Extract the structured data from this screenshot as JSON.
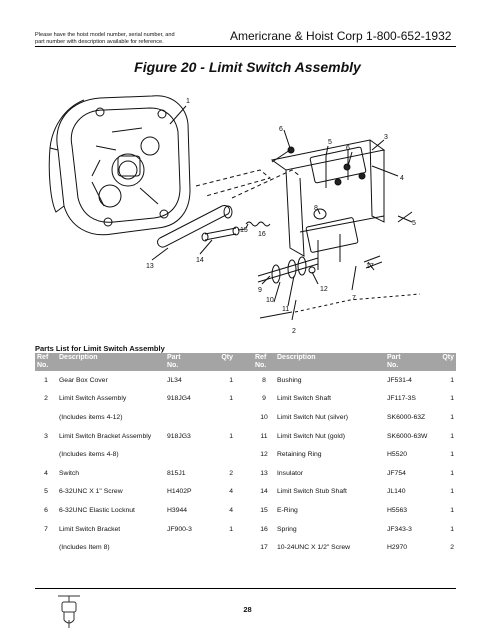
{
  "header": {
    "note_line1": "Please have the hoist model number, serial number, and",
    "note_line2": "part number with description available for reference.",
    "company": "Americrane & Hoist Corp 1-800-652-1932"
  },
  "figure": {
    "title": "Figure 20 - Limit Switch Assembly",
    "callouts": [
      "1",
      "2",
      "3",
      "4",
      "5",
      "5",
      "6",
      "6",
      "7",
      "8",
      "9",
      "10",
      "11",
      "12",
      "13",
      "14",
      "15",
      "16",
      "17"
    ]
  },
  "parts_list": {
    "title": "Parts List for Limit Switch Assembly",
    "headers": {
      "ref_line1": "Ref",
      "ref_line2": "No.",
      "description": "Description",
      "part_line1": "Part",
      "part_line2": "No.",
      "qty": "Qty"
    },
    "rows": [
      {
        "left": {
          "ref": "1",
          "desc": "Gear Box Cover",
          "part": "JL34",
          "qty": "1"
        },
        "right": {
          "ref": "8",
          "desc": "Bushing",
          "part": "JF531-4",
          "qty": "1"
        }
      },
      {
        "left": {
          "ref": "2",
          "desc": "Limit Switch Assembly",
          "part": "918JG4",
          "qty": "1"
        },
        "right": {
          "ref": "9",
          "desc": "Limit Switch Shaft",
          "part": "JF117-3S",
          "qty": "1"
        }
      },
      {
        "left": {
          "ref": "",
          "desc": "(Includes items 4-12)",
          "part": "",
          "qty": ""
        },
        "right": {
          "ref": "10",
          "desc": "Limit Switch Nut (silver)",
          "part": "SK6000-63Z",
          "qty": "1"
        }
      },
      {
        "left": {
          "ref": "3",
          "desc": "Limit Switch Bracket Assembly",
          "part": "918JG3",
          "qty": "1"
        },
        "right": {
          "ref": "11",
          "desc": "Limit Switch Nut (gold)",
          "part": "SK6000-63W",
          "qty": "1"
        }
      },
      {
        "left": {
          "ref": "",
          "desc": "(Includes items 4-8)",
          "part": "",
          "qty": ""
        },
        "right": {
          "ref": "12",
          "desc": "Retaining Ring",
          "part": "H5520",
          "qty": "1"
        }
      },
      {
        "left": {
          "ref": "4",
          "desc": "Switch",
          "part": "815J1",
          "qty": "2"
        },
        "right": {
          "ref": "13",
          "desc": "Insulator",
          "part": "JF754",
          "qty": "1"
        }
      },
      {
        "left": {
          "ref": "5",
          "desc": "6-32UNC X 1\" Screw",
          "part": "H1402P",
          "qty": "4"
        },
        "right": {
          "ref": "14",
          "desc": "Limit Switch Stub Shaft",
          "part": "JL140",
          "qty": "1"
        }
      },
      {
        "left": {
          "ref": "6",
          "desc": "6-32UNC Elastic Locknut",
          "part": "H3944",
          "qty": "4"
        },
        "right": {
          "ref": "15",
          "desc": "E-Ring",
          "part": "H5563",
          "qty": "1"
        }
      },
      {
        "left": {
          "ref": "7",
          "desc": "Limit Switch Bracket",
          "part": "JF900-3",
          "qty": "1"
        },
        "right": {
          "ref": "16",
          "desc": "Spring",
          "part": "JF343-3",
          "qty": "1"
        }
      },
      {
        "left": {
          "ref": "",
          "desc": "(Includes Item 8)",
          "part": "",
          "qty": ""
        },
        "right": {
          "ref": "17",
          "desc": "10-24UNC X 1/2\" Screw",
          "part": "H2970",
          "qty": "2"
        }
      }
    ]
  },
  "footer": {
    "page_number": "28",
    "logo_icon": "hoist-logo-icon"
  },
  "colors": {
    "table_header_bg": "#a4a4a4",
    "table_header_text": "#ffffff",
    "ink": "#111111"
  }
}
